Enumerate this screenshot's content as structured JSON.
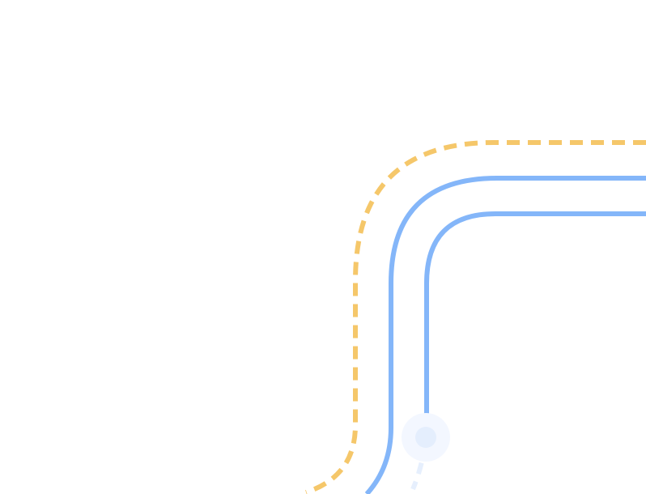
{
  "colors": {
    "background": "#ffffff",
    "dashed_line": "#f5c76a",
    "solid_line": "#84b6f9",
    "faded_line": "#e6effd",
    "marker_halo": "#f3f7ff",
    "marker_dot": "#e4eefd"
  },
  "elements": {
    "outer_path": "dashed-rounded-path",
    "middle_path": "solid-rounded-path",
    "inner_path": "solid-rounded-path-inner",
    "marker": "path-end-marker"
  }
}
